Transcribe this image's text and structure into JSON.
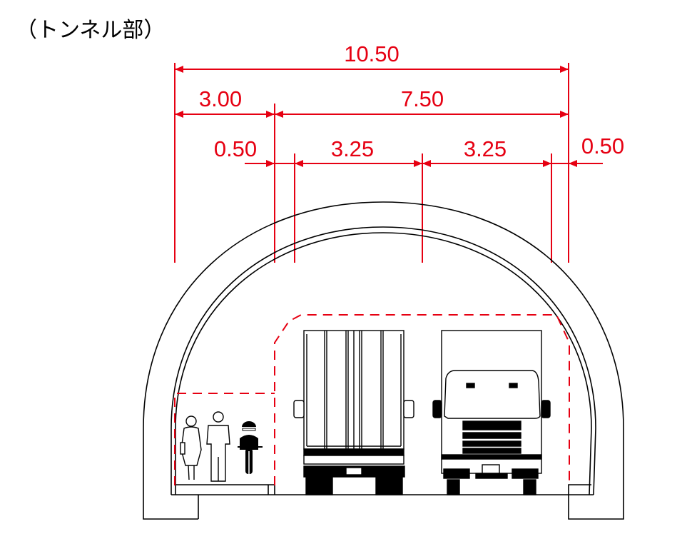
{
  "title": "（トンネル部）",
  "dimensions": {
    "total_width": "10.50",
    "sidewalk_width": "3.00",
    "carriageway_width": "7.50",
    "left_shoulder": "0.50",
    "lane_left": "3.25",
    "lane_right": "3.25",
    "right_shoulder": "0.50"
  },
  "colors": {
    "dimension": "#e60012",
    "structure": "#000000"
  }
}
